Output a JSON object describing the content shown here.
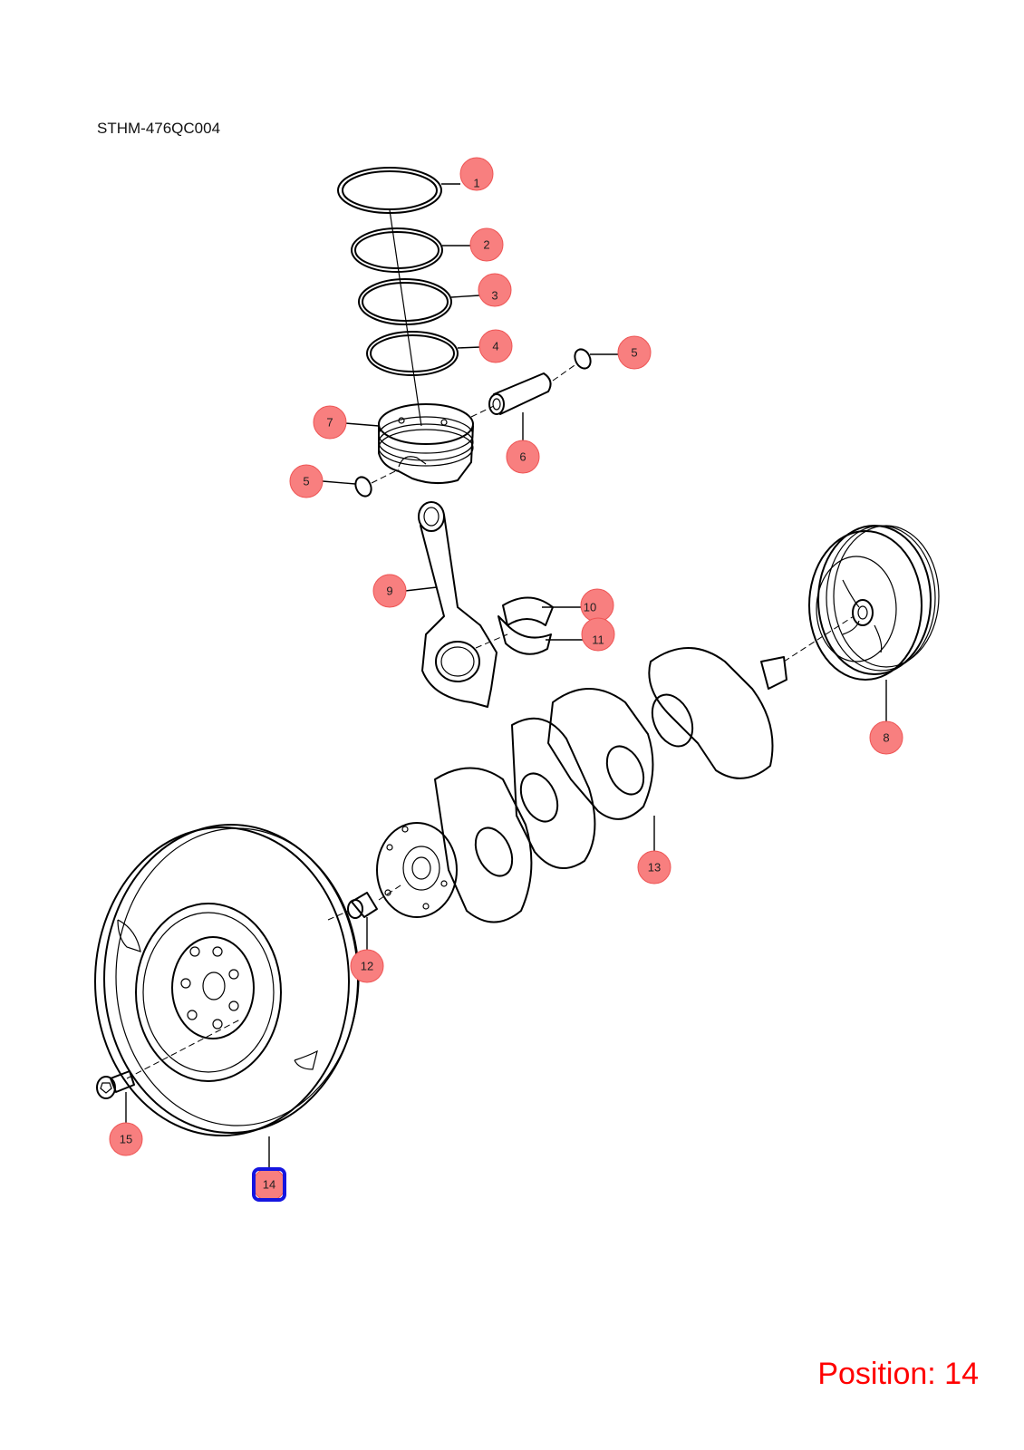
{
  "diagram_code": "STHM-476QC004",
  "position_readout": "Position: 14",
  "selected_callout": "14",
  "callout_color": "#f87f7f",
  "selection_color": "#1515e0",
  "callouts": [
    {
      "id": "1",
      "label": "1"
    },
    {
      "id": "2",
      "label": "2"
    },
    {
      "id": "3",
      "label": "3"
    },
    {
      "id": "4",
      "label": "4"
    },
    {
      "id": "5a",
      "label": "5"
    },
    {
      "id": "5b",
      "label": "5"
    },
    {
      "id": "6",
      "label": "6"
    },
    {
      "id": "7",
      "label": "7"
    },
    {
      "id": "8",
      "label": "8"
    },
    {
      "id": "9",
      "label": "9"
    },
    {
      "id": "10",
      "label": "10"
    },
    {
      "id": "11",
      "label": "11"
    },
    {
      "id": "12",
      "label": "12"
    },
    {
      "id": "13",
      "label": "13"
    },
    {
      "id": "14",
      "label": "14"
    },
    {
      "id": "15",
      "label": "15"
    }
  ]
}
